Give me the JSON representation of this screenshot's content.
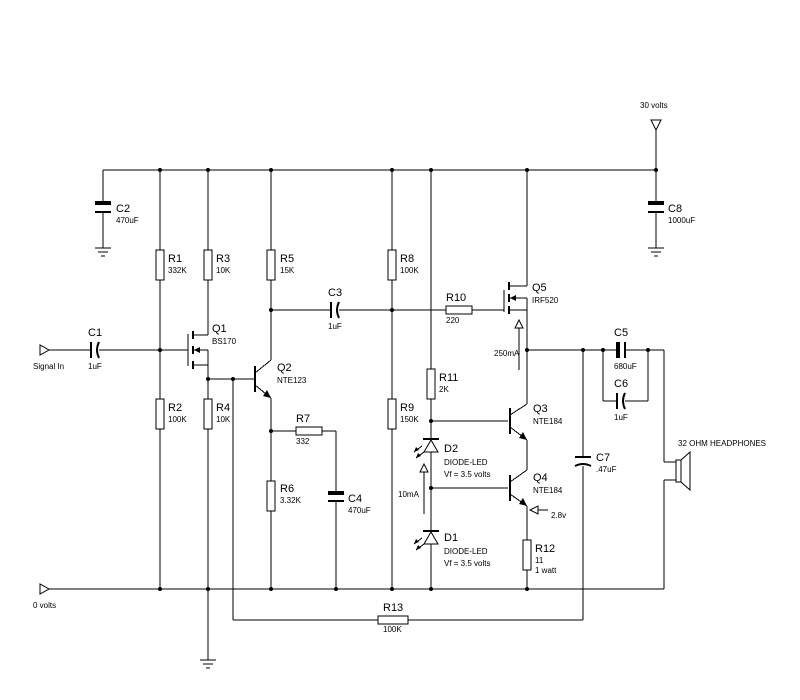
{
  "supply": {
    "v30": "30 volts",
    "v0": "0 volts"
  },
  "signal_in": "Signal In",
  "headphones": "32 OHM HEADPHONES",
  "resistors": {
    "R1": {
      "ref": "R1",
      "value": "332K"
    },
    "R2": {
      "ref": "R2",
      "value": "100K"
    },
    "R3": {
      "ref": "R3",
      "value": "10K"
    },
    "R4": {
      "ref": "R4",
      "value": "10K"
    },
    "R5": {
      "ref": "R5",
      "value": "15K"
    },
    "R6": {
      "ref": "R6",
      "value": "3.32K"
    },
    "R7": {
      "ref": "R7",
      "value": "332"
    },
    "R8": {
      "ref": "R8",
      "value": "100K"
    },
    "R9": {
      "ref": "R9",
      "value": "150K"
    },
    "R10": {
      "ref": "R10",
      "value": "220"
    },
    "R11": {
      "ref": "R11",
      "value": "2K"
    },
    "R12": {
      "ref": "R12",
      "value": "11",
      "rating": "1 watt"
    },
    "R13": {
      "ref": "R13",
      "value": "100K"
    }
  },
  "capacitors": {
    "C1": {
      "ref": "C1",
      "value": "1uF"
    },
    "C2": {
      "ref": "C2",
      "value": "470uF"
    },
    "C3": {
      "ref": "C3",
      "value": "1uF"
    },
    "C4": {
      "ref": "C4",
      "value": "470uF"
    },
    "C5": {
      "ref": "C5",
      "value": "680uF"
    },
    "C6": {
      "ref": "C6",
      "value": "1uF"
    },
    "C7": {
      "ref": "C7",
      "value": ".47uF"
    },
    "C8": {
      "ref": "C8",
      "value": "1000uF"
    }
  },
  "transistors": {
    "Q1": {
      "ref": "Q1",
      "part": "BS170"
    },
    "Q2": {
      "ref": "Q2",
      "part": "NTE123"
    },
    "Q3": {
      "ref": "Q3",
      "part": "NTE184"
    },
    "Q4": {
      "ref": "Q4",
      "part": "NTE184"
    },
    "Q5": {
      "ref": "Q5",
      "part": "IRF520"
    }
  },
  "diodes": {
    "D1": {
      "ref": "D1",
      "type": "DIODE-LED",
      "vf": "Vf = 3.5 volts"
    },
    "D2": {
      "ref": "D2",
      "type": "DIODE-LED",
      "vf": "Vf = 3.5 volts"
    }
  },
  "annotations": {
    "i_q5": "250mA",
    "i_led": "10mA",
    "v_q4": "2.8v"
  }
}
